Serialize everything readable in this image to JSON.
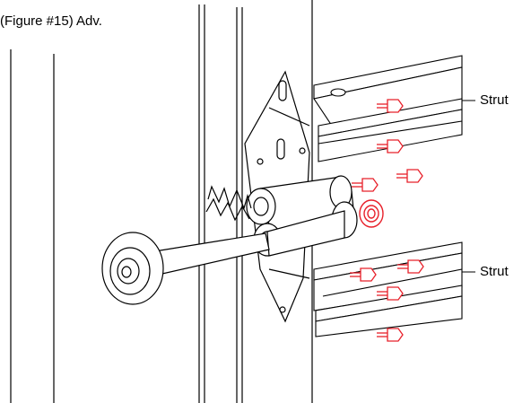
{
  "caption": "(Figure #15) Adv.",
  "labels": {
    "strut_upper": "Strut",
    "strut_lower": "Strut"
  },
  "colors": {
    "line": "#000000",
    "bolt": "#e8202a",
    "background": "#ffffff"
  },
  "parts": {
    "bolts": [
      "upper-strut-bolt",
      "lower-strut-bolt"
    ],
    "washer": "red-washer",
    "roller": "track-roller",
    "hinge": "hinge-plate"
  }
}
